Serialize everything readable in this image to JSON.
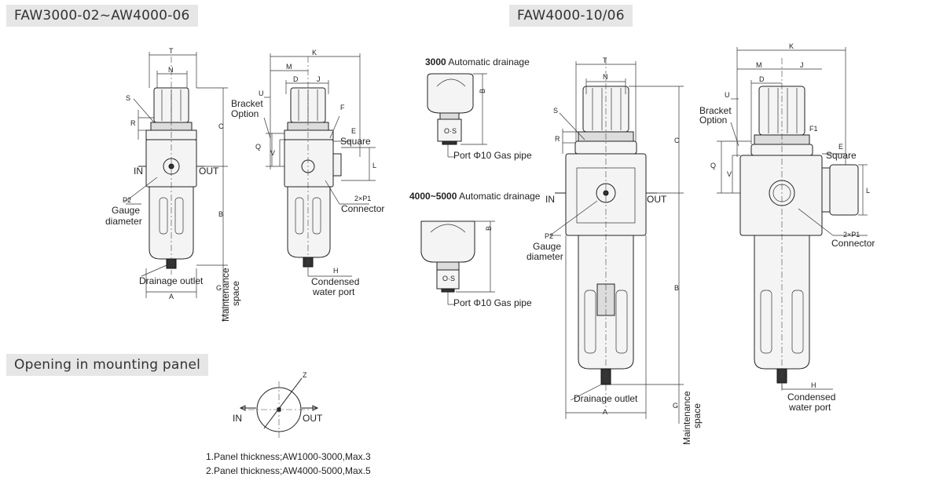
{
  "titles": {
    "left": "FAW3000-02~AW4000-06",
    "right": "FAW4000-10/06",
    "panel": "Opening in mounting panel"
  },
  "small_unit": {
    "T": "T",
    "N": "N",
    "S": "S",
    "R": "R",
    "C": "C",
    "IN": "IN",
    "OUT": "OUT",
    "B": "B",
    "P2": "P2",
    "gauge": "Gauge",
    "diameter": "diameter",
    "drainage": "Drainage outlet",
    "A": "A",
    "G": "G",
    "maint1": "Maintenance",
    "maint2": "space"
  },
  "small_side": {
    "K": "K",
    "M": "M",
    "D": "D",
    "J": "J",
    "U": "U",
    "bracket": "Bracket",
    "option": "Option",
    "F": "F",
    "E": "E",
    "square": "Square",
    "Q": "Q",
    "V": "V",
    "L": "L",
    "p1": "2×P1",
    "connector": "Connector",
    "H": "H",
    "condensed": "Condensed",
    "water_port": "water port"
  },
  "drainage_details": {
    "a_title_bold": "3000",
    "a_title": " Automatic drainage",
    "b_title_bold": "4000~5000",
    "b_title": " Automatic drainage",
    "B": "B",
    "port_a": "Port Φ10 Gas pipe",
    "port_b": "Port Φ10 Gas pipe",
    "ops": "O·S"
  },
  "large_unit": {
    "T": "T",
    "N": "N",
    "S": "S",
    "R": "R",
    "C": "C",
    "IN": "IN",
    "OUT": "OUT",
    "P2": "P2",
    "gauge": "Gauge",
    "diameter": "diameter",
    "B": "B",
    "drainage": "Drainage outlet",
    "A": "A",
    "G": "G",
    "maint1": "Maintenance",
    "maint2": "space"
  },
  "large_side": {
    "K": "K",
    "M": "M",
    "J": "J",
    "D": "D",
    "U": "U",
    "bracket": "Bracket",
    "option": "Option",
    "E": "E",
    "square": "Square",
    "Q": "Q",
    "V": "V",
    "L": "L",
    "p1": "2×P1",
    "connector": "Connector",
    "H": "H",
    "condensed": "Condensed",
    "water_port": "water port",
    "F": "F1"
  },
  "panel": {
    "Z": "Z",
    "IN": "IN",
    "OUT": "OUT",
    "note1": "1.Panel thickness;AW1000-3000,Max.3",
    "note2": "2.Panel thickness;AW4000-5000,Max.5"
  }
}
